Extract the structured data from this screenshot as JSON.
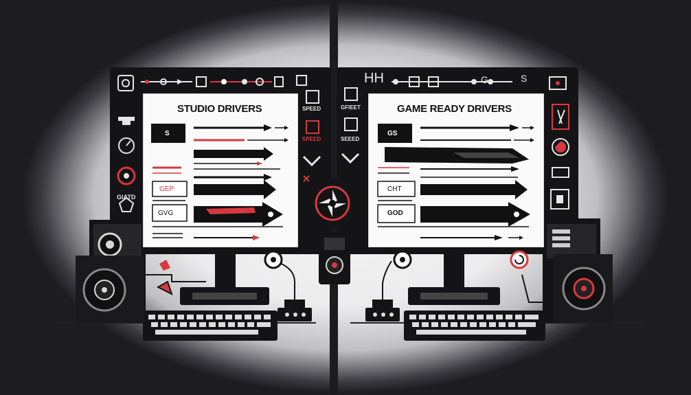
{
  "left_monitor": {
    "title": "STUDIO  DRIVERS",
    "rows": [
      "S",
      "GEP",
      "GVG"
    ],
    "side_labels": [
      "SPEED",
      "SPEED"
    ],
    "bottom_left_caption": "GIATD"
  },
  "right_monitor": {
    "title": "GAME READY DRIVERS",
    "rows": [
      "GS",
      "CHT",
      "GOD"
    ],
    "side_labels": [
      "GFIEET",
      "SEEED"
    ],
    "top_glyphs": [
      "HH",
      "G",
      "S"
    ]
  },
  "colors": {
    "bezel": "#141416",
    "accent": "#d8383f",
    "panel": "#fafafa",
    "ink": "#111111"
  }
}
